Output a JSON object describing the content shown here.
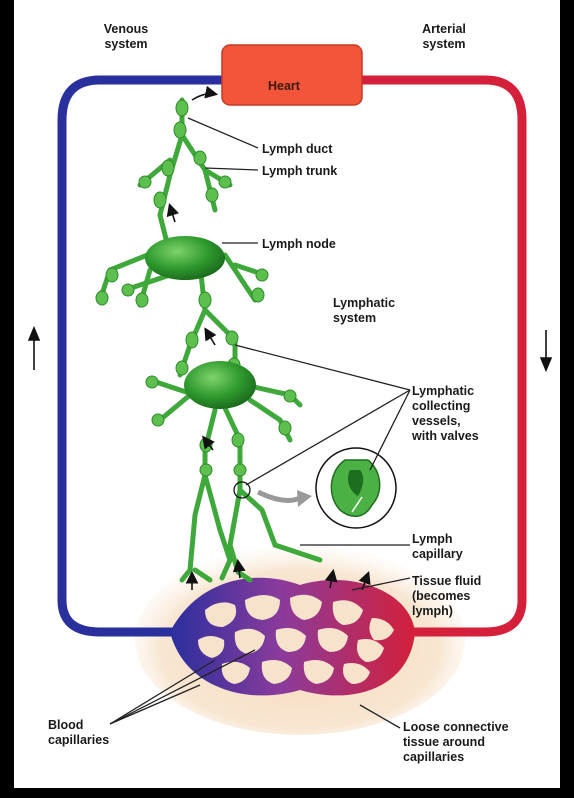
{
  "labels": {
    "venous": "Venous\nsystem",
    "arterial": "Arterial\nsystem",
    "heart": "Heart",
    "lymph_duct": "Lymph duct",
    "lymph_trunk": "Lymph trunk",
    "lymph_node": "Lymph node",
    "lymphatic_system": "Lymphatic\nsystem",
    "collecting_vessels": "Lymphatic\ncollecting\nvessels,\nwith valves",
    "lymph_capillary": "Lymph\ncapillary",
    "tissue_fluid": "Tissue fluid\n(becomes\nlymph)",
    "blood_capillaries": "Blood\ncapillaries",
    "loose_connective": "Loose connective\ntissue around\ncapillaries"
  },
  "colors": {
    "venous": "#2a2f9e",
    "arterial": "#d4203a",
    "heart": "#f2553a",
    "lymph": "#3fa83a",
    "lymph_light": "#8ed27a",
    "tissue": "#f5dfc4",
    "connector": "#222222"
  }
}
